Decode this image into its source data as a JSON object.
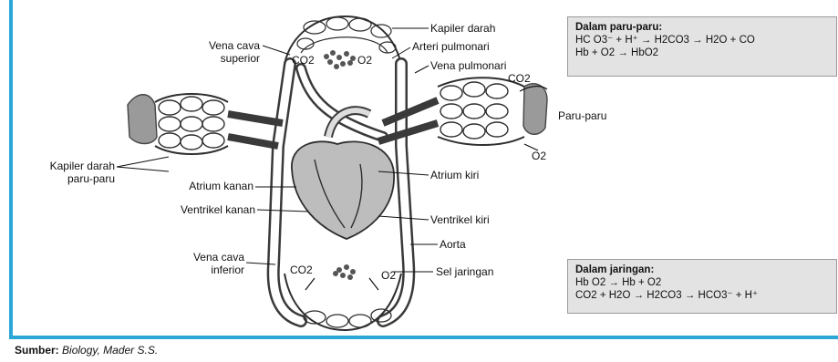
{
  "labels": {
    "kapiler_darah": "Kapiler darah",
    "vena_cava_superior": [
      "Vena cava",
      "superior"
    ],
    "arteri_pulmonari": "Arteri pulmonari",
    "vena_pulmonari": "Vena pulmonari",
    "paru_paru": "Paru-paru",
    "kapiler_darah_paru": [
      "Kapiler darah",
      "paru-paru"
    ],
    "atrium_kanan": "Atrium kanan",
    "atrium_kiri": "Atrium kiri",
    "ventrikel_kanan": "Ventrikel kanan",
    "ventrikel_kiri": "Ventrikel kiri",
    "aorta": "Aorta",
    "vena_cava_inferior": [
      "Vena cava",
      "inferior"
    ],
    "sel_jaringan": "Sel jaringan",
    "co2_top": "CO2",
    "o2_top": "O2",
    "co2_lung": "CO2",
    "o2_lung": "O2",
    "co2_bottom": "CO2",
    "o2_bottom": "O2"
  },
  "box_lungs": {
    "title": "Dalam paru-paru:",
    "line1": "HC O3⁻ + H⁺ → H2CO3 → H2O  + CO",
    "line2": "Hb + O2 → HbO2"
  },
  "box_tissue": {
    "title": "Dalam jaringan:",
    "line1": "Hb O2 → Hb + O2",
    "line2": "CO2 + H2O → H2CO3 → HCO3⁻ + H⁺"
  },
  "source": {
    "prefix": "Sumber:",
    "text": "Biology, Mader S.S."
  },
  "colors": {
    "accent_border": "#2aa7d6",
    "box_fill": "#e3e3e3",
    "vessel": "#3a3a3a"
  }
}
